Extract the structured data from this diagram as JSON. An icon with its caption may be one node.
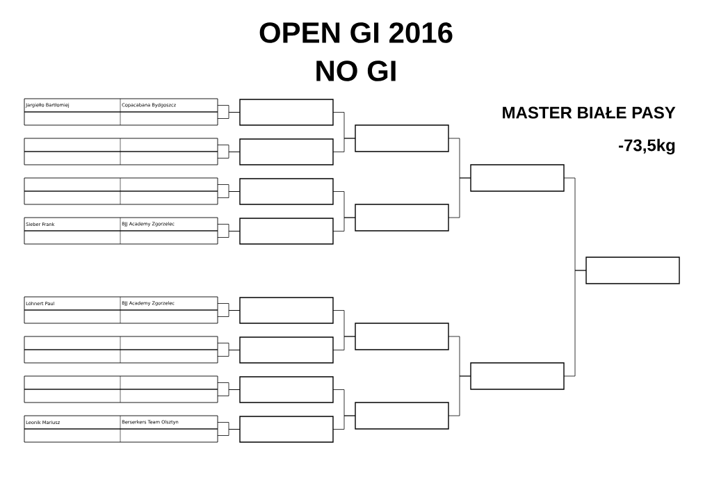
{
  "diagram": {
    "title": "OPEN GI 2016",
    "nodes": [
      {
        "text": [
          "Jargiełło Bartłomiej",
          "Copacabana Bydgoszcz"
        ]
      },
      {
        "text": [],
        "shape": "box"
      },
      {
        "text": [],
        "shape": "box"
      },
      {
        "text": [],
        "shape": "box"
      },
      {
        "text": [],
        "shape": "box"
      },
      {
        "text": [],
        "shape": "box"
      },
      {
        "text": [
          "Sieber Frank",
          "BJJ Academy Zgorzelec"
        ]
      },
      {
        "text": [],
        "shape": "box"
      },
      {
        "text": [
          "Löhnert Paul",
          "BJJ Academy Zgorzelec"
        ]
      },
      {
        "text": [],
        "shape": "box"
      },
      {
        "text": [],
        "shape": "box"
      },
      {
        "text": [],
        "shape": "box"
      },
      {
        "text": [],
        "shape": "box"
      },
      {
        "text": [],
        "shape": "box"
      },
      {
        "text": [
          "Leonik Mariusz",
          "Berserkers Team Olsztyn"
        ]
      },
      {
        "text": [],
        "shape": "box"
      },
      {
        "text": [],
        "shape": "box"
      },
      {
        "text": [],
        "shape": "box"
      },
      {
        "text": [],
        "shape": "box"
      },
      {
        "text": [],
        "shape": "box"
      },
      {
        "text": [],
        "shape": "box"
      },
      {
        "text": [],
        "shape": "box"
      },
      {
        "text": [],
        "shape": "box"
      },
      {
        "text": [],
        "shape": "box"
      },
      {
        "text": [],
        "shape": "box"
      },
      {
        "text": [],
        "shape": "box"
      },
      {
        "text": [],
        "shape": "box"
      },
      {
        "text": [],
        "shape": "box"
      },
      {
        "text": [],
        "shape": "box"
      },
      {
        "text": [],
        "shape": "box"
      },
      {
        "text": [],
        "shape": "box"
      }
    ],
    "edges": [
      {
        "from": 0,
        "to": 16,
        "arrow": "none"
      },
      {
        "from": 1,
        "to": 16,
        "arrow": "none"
      },
      {
        "from": 2,
        "to": 17,
        "arrow": "none"
      },
      {
        "from": 3,
        "to": 17,
        "arrow": "none"
      },
      {
        "from": 4,
        "to": 18,
        "arrow": "none"
      },
      {
        "from": 5,
        "to": 18,
        "arrow": "none"
      },
      {
        "from": 6,
        "to": 19,
        "arrow": "none"
      },
      {
        "from": 7,
        "to": 19,
        "arrow": "none"
      },
      {
        "from": 8,
        "to": 20,
        "arrow": "none"
      },
      {
        "from": 9,
        "to": 20,
        "arrow": "none"
      },
      {
        "from": 10,
        "to": 21,
        "arrow": "none"
      },
      {
        "from": 11,
        "to": 21,
        "arrow": "none"
      },
      {
        "from": 12,
        "to": 22,
        "arrow": "none"
      },
      {
        "from": 13,
        "to": 22,
        "arrow": "none"
      },
      {
        "from": 14,
        "to": 23,
        "arrow": "none"
      },
      {
        "from": 15,
        "to": 23,
        "arrow": "none"
      },
      {
        "from": 16,
        "to": 24,
        "arrow": "none"
      },
      {
        "from": 17,
        "to": 24,
        "arrow": "none"
      },
      {
        "from": 18,
        "to": 25,
        "arrow": "none"
      },
      {
        "from": 19,
        "to": 25,
        "arrow": "none"
      },
      {
        "from": 20,
        "to": 26,
        "arrow": "none"
      },
      {
        "from": 21,
        "to": 26,
        "arrow": "none"
      },
      {
        "from": 22,
        "to": 27,
        "arrow": "none"
      },
      {
        "from": 23,
        "to": 27,
        "arrow": "none"
      },
      {
        "from": 24,
        "to": 28,
        "arrow": "none"
      },
      {
        "from": 25,
        "to": 28,
        "arrow": "none"
      },
      {
        "from": 26,
        "to": 29,
        "arrow": "none"
      },
      {
        "from": 27,
        "to": 29,
        "arrow": "none"
      },
      {
        "from": 28,
        "to": 30,
        "arrow": "none"
      },
      {
        "from": 29,
        "to": 30,
        "arrow": "none"
      }
    ],
    "labels": [
      "NO GI",
      "MASTER BIAŁE PASY",
      "-73,5kg"
    ]
  }
}
